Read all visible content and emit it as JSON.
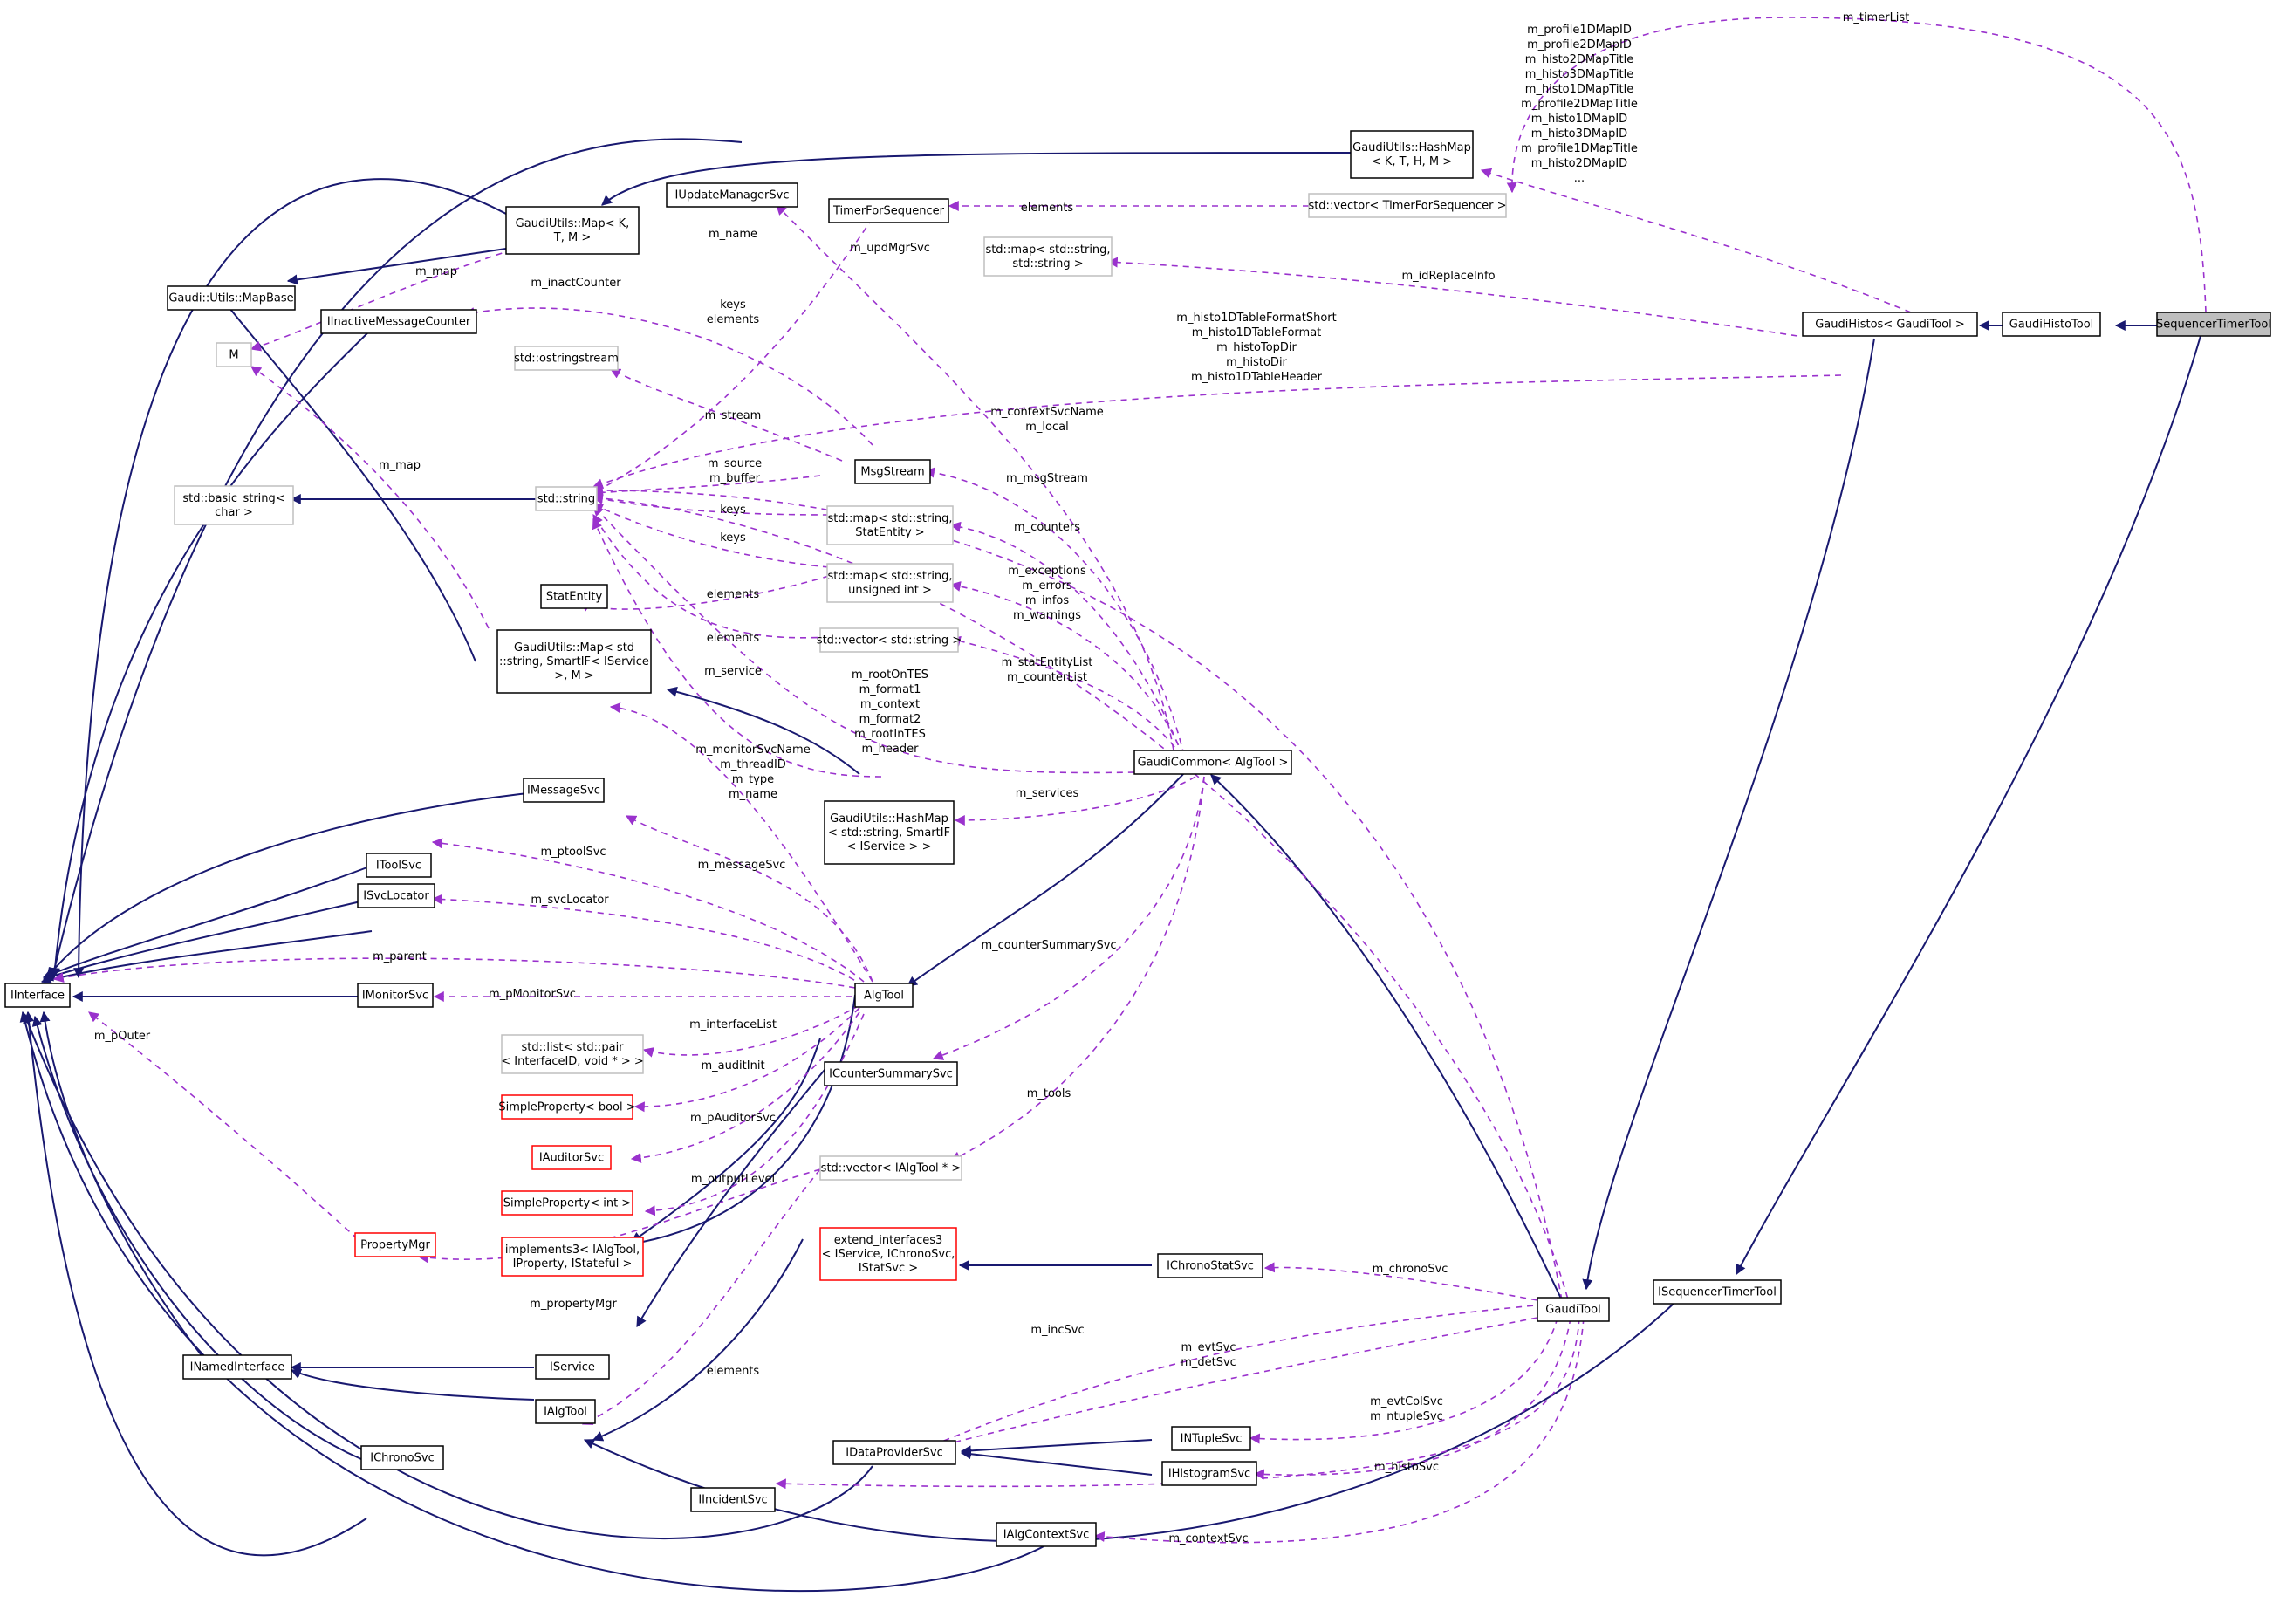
{
  "colors": {
    "inherit_edge": "#191970",
    "usage_edge": "#9a32cd",
    "node_border_documented": "#000000",
    "node_border_undocumented": "#bfbfbf",
    "node_border_truncated": "#ff0000",
    "highlight_fill": "#bfbfbf"
  },
  "nodes": [
    {
      "id": "seqtimer",
      "lines": [
        "SequencerTimerTool"
      ],
      "style": "highlight"
    },
    {
      "id": "gaudihistotool",
      "lines": [
        "GaudiHistoTool"
      ],
      "style": "doc"
    },
    {
      "id": "gaudihistos",
      "lines": [
        "GaudiHistos< GaudiTool >"
      ],
      "style": "doc"
    },
    {
      "id": "isequencertimertool",
      "lines": [
        "ISequencerTimerTool"
      ],
      "style": "doc"
    },
    {
      "id": "hashmap_kthm",
      "lines": [
        "GaudiUtils::HashMap",
        "< K, T, H, M >"
      ],
      "style": "doc"
    },
    {
      "id": "vec_timer",
      "lines": [
        "std::vector< TimerForSequencer >"
      ],
      "style": "undoc"
    },
    {
      "id": "timerforseq",
      "lines": [
        "TimerForSequencer"
      ],
      "style": "doc"
    },
    {
      "id": "iupdatemgr",
      "lines": [
        "IUpdateManagerSvc"
      ],
      "style": "doc"
    },
    {
      "id": "map_ktm",
      "lines": [
        "GaudiUtils::Map< K,",
        "T, M >"
      ],
      "style": "doc"
    },
    {
      "id": "mapbase",
      "lines": [
        "Gaudi::Utils::MapBase"
      ],
      "style": "doc"
    },
    {
      "id": "M",
      "lines": [
        "M"
      ],
      "style": "undoc"
    },
    {
      "id": "iinactive",
      "lines": [
        "IInactiveMessageCounter"
      ],
      "style": "doc"
    },
    {
      "id": "map_ss",
      "lines": [
        "std::map< std::string,",
        "std::string >"
      ],
      "style": "undoc"
    },
    {
      "id": "ostringstream",
      "lines": [
        "std::ostringstream"
      ],
      "style": "undoc"
    },
    {
      "id": "basic_string",
      "lines": [
        "std::basic_string<",
        "char >"
      ],
      "style": "undoc"
    },
    {
      "id": "string",
      "lines": [
        "std::string"
      ],
      "style": "undoc"
    },
    {
      "id": "msgstream",
      "lines": [
        "MsgStream"
      ],
      "style": "doc"
    },
    {
      "id": "map_stat",
      "lines": [
        "std::map< std::string,",
        "StatEntity >"
      ],
      "style": "undoc"
    },
    {
      "id": "map_uint",
      "lines": [
        "std::map< std::string,",
        "unsigned int >"
      ],
      "style": "undoc"
    },
    {
      "id": "statentity",
      "lines": [
        "StatEntity"
      ],
      "style": "doc"
    },
    {
      "id": "vec_string",
      "lines": [
        "std::vector< std::string >"
      ],
      "style": "undoc"
    },
    {
      "id": "map_smartif",
      "lines": [
        "GaudiUtils::Map< std",
        "::string, SmartIF< IService",
        ">, M >"
      ],
      "style": "doc"
    },
    {
      "id": "gaudicommon",
      "lines": [
        "GaudiCommon< AlgTool >"
      ],
      "style": "doc"
    },
    {
      "id": "imessagesvc",
      "lines": [
        "IMessageSvc"
      ],
      "style": "doc"
    },
    {
      "id": "hashmap_smartif",
      "lines": [
        "GaudiUtils::HashMap",
        "< std::string, SmartIF",
        "< IService > >"
      ],
      "style": "doc"
    },
    {
      "id": "itoolsvc",
      "lines": [
        "IToolSvc"
      ],
      "style": "doc"
    },
    {
      "id": "isvclocator",
      "lines": [
        "ISvcLocator"
      ],
      "style": "doc"
    },
    {
      "id": "iinterface",
      "lines": [
        "IInterface"
      ],
      "style": "doc"
    },
    {
      "id": "imonitorsvc",
      "lines": [
        "IMonitorSvc"
      ],
      "style": "doc"
    },
    {
      "id": "algtool",
      "lines": [
        "AlgTool"
      ],
      "style": "doc"
    },
    {
      "id": "list_pair",
      "lines": [
        "std::list< std::pair",
        "< InterfaceID, void * > >"
      ],
      "style": "undoc"
    },
    {
      "id": "icountersummary",
      "lines": [
        "ICounterSummarySvc"
      ],
      "style": "doc"
    },
    {
      "id": "simpleprop_bool",
      "lines": [
        "SimpleProperty< bool >"
      ],
      "style": "trunc"
    },
    {
      "id": "iauditorsvc",
      "lines": [
        "IAuditorSvc"
      ],
      "style": "trunc"
    },
    {
      "id": "vec_ialgtool",
      "lines": [
        "std::vector< IAlgTool * >"
      ],
      "style": "undoc"
    },
    {
      "id": "simpleprop_int",
      "lines": [
        "SimpleProperty< int >"
      ],
      "style": "trunc"
    },
    {
      "id": "propertymgr",
      "lines": [
        "PropertyMgr"
      ],
      "style": "trunc"
    },
    {
      "id": "implements3",
      "lines": [
        "implements3< IAlgTool,",
        "IProperty, IStateful >"
      ],
      "style": "trunc"
    },
    {
      "id": "extend3",
      "lines": [
        "extend_interfaces3",
        "< IService, IChronoSvc,",
        "IStatSvc >"
      ],
      "style": "trunc"
    },
    {
      "id": "ichronostatsvc",
      "lines": [
        "IChronoStatSvc"
      ],
      "style": "doc"
    },
    {
      "id": "gauditool",
      "lines": [
        "GaudiTool"
      ],
      "style": "doc"
    },
    {
      "id": "inamedinterface",
      "lines": [
        "INamedInterface"
      ],
      "style": "doc"
    },
    {
      "id": "iservice",
      "lines": [
        "IService"
      ],
      "style": "doc"
    },
    {
      "id": "ialgtool",
      "lines": [
        "IAlgTool"
      ],
      "style": "doc"
    },
    {
      "id": "ichronosvc",
      "lines": [
        "IChronoSvc"
      ],
      "style": "doc"
    },
    {
      "id": "idataprovider",
      "lines": [
        "IDataProviderSvc"
      ],
      "style": "doc"
    },
    {
      "id": "intuplesvc",
      "lines": [
        "INTupleSvc"
      ],
      "style": "doc"
    },
    {
      "id": "ihistogramsvc",
      "lines": [
        "IHistogramSvc"
      ],
      "style": "doc"
    },
    {
      "id": "iincidentsvc",
      "lines": [
        "IIncidentSvc"
      ],
      "style": "doc"
    },
    {
      "id": "ialgcontextsvc",
      "lines": [
        "IAlgContextSvc"
      ],
      "style": "doc"
    }
  ],
  "edge_labels": [
    {
      "id": "lbl_timerlist",
      "lines": [
        "m_timerList"
      ]
    },
    {
      "id": "lbl_histomaps",
      "lines": [
        "m_profile1DMapID",
        "m_profile2DMapID",
        "m_histo2DMapTitle",
        "m_histo3DMapTitle",
        "m_histo1DMapTitle",
        "m_profile2DMapTitle",
        "m_histo1DMapID",
        "m_histo3DMapID",
        "m_profile1DMapTitle",
        "m_histo2DMapID",
        "..."
      ]
    },
    {
      "id": "lbl_elements_timer",
      "lines": [
        "elements"
      ]
    },
    {
      "id": "lbl_name_timer",
      "lines": [
        "m_name"
      ]
    },
    {
      "id": "lbl_updmgr",
      "lines": [
        "m_updMgrSvc"
      ]
    },
    {
      "id": "lbl_map_M",
      "lines": [
        "m_map"
      ]
    },
    {
      "id": "lbl_inact",
      "lines": [
        "m_inactCounter"
      ]
    },
    {
      "id": "lbl_idreplace",
      "lines": [
        "m_idReplaceInfo"
      ]
    },
    {
      "id": "lbl_keys_elements",
      "lines": [
        "keys",
        "elements"
      ]
    },
    {
      "id": "lbl_histodir",
      "lines": [
        "m_histo1DTableFormatShort",
        "m_histo1DTableFormat",
        "m_histoTopDir",
        "m_histoDir",
        "m_histo1DTableHeader"
      ]
    },
    {
      "id": "lbl_map_smartif",
      "lines": [
        "m_map"
      ]
    },
    {
      "id": "lbl_stream",
      "lines": [
        "m_stream"
      ]
    },
    {
      "id": "lbl_ctxname",
      "lines": [
        "m_contextSvcName",
        "m_local"
      ]
    },
    {
      "id": "lbl_source",
      "lines": [
        "m_source",
        "m_buffer"
      ]
    },
    {
      "id": "lbl_msgstream",
      "lines": [
        "m_msgStream"
      ]
    },
    {
      "id": "lbl_keys1",
      "lines": [
        "keys"
      ]
    },
    {
      "id": "lbl_counters",
      "lines": [
        "m_counters"
      ]
    },
    {
      "id": "lbl_keys2",
      "lines": [
        "keys"
      ]
    },
    {
      "id": "lbl_exceptions",
      "lines": [
        "m_exceptions",
        "m_errors",
        "m_infos",
        "m_warnings"
      ]
    },
    {
      "id": "lbl_elements_stat",
      "lines": [
        "elements"
      ]
    },
    {
      "id": "lbl_elements_vecstr",
      "lines": [
        "elements"
      ]
    },
    {
      "id": "lbl_statlist",
      "lines": [
        "m_statEntityList",
        "m_counterList"
      ]
    },
    {
      "id": "lbl_service",
      "lines": [
        "m_service"
      ]
    },
    {
      "id": "lbl_roots",
      "lines": [
        "m_rootOnTES",
        "m_format1",
        "m_context",
        "m_format2",
        "m_rootInTES",
        "m_header"
      ]
    },
    {
      "id": "lbl_monitor",
      "lines": [
        "m_monitorSvcName",
        "m_threadID",
        "m_type",
        "m_name"
      ]
    },
    {
      "id": "lbl_services",
      "lines": [
        "m_services"
      ]
    },
    {
      "id": "lbl_ptoolsvc",
      "lines": [
        "m_ptoolSvc"
      ]
    },
    {
      "id": "lbl_messagesvc",
      "lines": [
        "m_messageSvc"
      ]
    },
    {
      "id": "lbl_svclocator",
      "lines": [
        "m_svcLocator"
      ]
    },
    {
      "id": "lbl_countersummary",
      "lines": [
        "m_counterSummarySvc"
      ]
    },
    {
      "id": "lbl_parent",
      "lines": [
        "m_parent"
      ]
    },
    {
      "id": "lbl_pmonitor",
      "lines": [
        "m_pMonitorSvc"
      ]
    },
    {
      "id": "lbl_pouter",
      "lines": [
        "m_pOuter"
      ]
    },
    {
      "id": "lbl_interfacelist",
      "lines": [
        "m_interfaceList"
      ]
    },
    {
      "id": "lbl_tools",
      "lines": [
        "m_tools"
      ]
    },
    {
      "id": "lbl_auditinit",
      "lines": [
        "m_auditInit"
      ]
    },
    {
      "id": "lbl_pauditor",
      "lines": [
        "m_pAuditorSvc"
      ]
    },
    {
      "id": "lbl_outputlevel",
      "lines": [
        "m_outputLevel"
      ]
    },
    {
      "id": "lbl_chrono",
      "lines": [
        "m_chronoSvc"
      ]
    },
    {
      "id": "lbl_propertymgr",
      "lines": [
        "m_propertyMgr"
      ]
    },
    {
      "id": "lbl_incsvc",
      "lines": [
        "m_incSvc"
      ]
    },
    {
      "id": "lbl_evtsvc",
      "lines": [
        "m_evtSvc",
        "m_detSvc"
      ]
    },
    {
      "id": "lbl_elements_ialg",
      "lines": [
        "elements"
      ]
    },
    {
      "id": "lbl_ntuple",
      "lines": [
        "m_evtColSvc",
        "m_ntupleSvc"
      ]
    },
    {
      "id": "lbl_histosvc",
      "lines": [
        "m_histoSvc"
      ]
    },
    {
      "id": "lbl_contextsvc",
      "lines": [
        "m_contextSvc"
      ]
    }
  ]
}
